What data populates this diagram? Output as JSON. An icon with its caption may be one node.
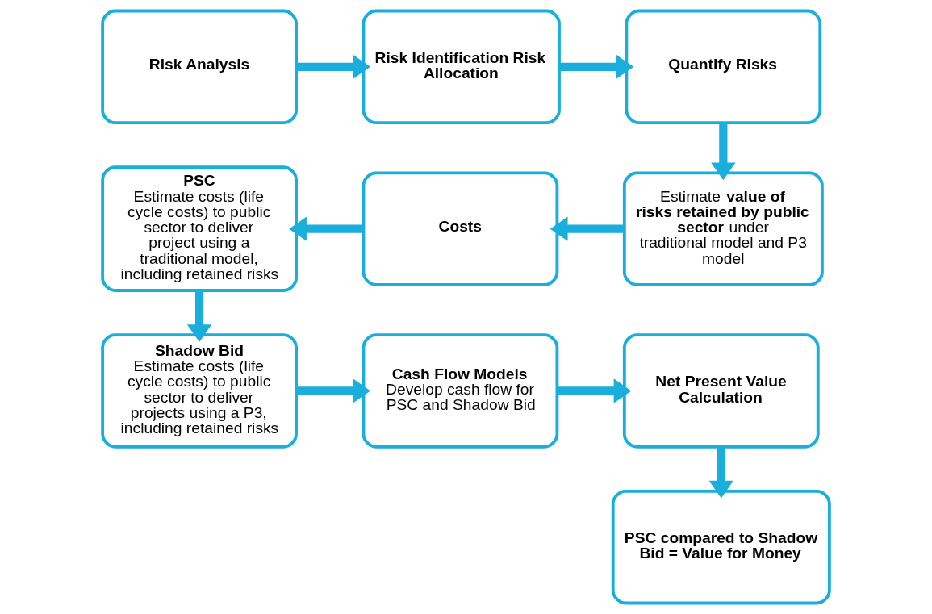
{
  "diagram": {
    "nodes": [
      {
        "text": [
          "Risk Analysis"
        ]
      },
      {
        "text": [
          "Risk Identification Risk Allocation"
        ]
      },
      {
        "text": [
          "Quantify Risks"
        ]
      },
      {
        "text": [
          "Estimate **value of risks retained by public sector** under traditional model and P3 model"
        ]
      },
      {
        "text": [
          "Costs"
        ]
      },
      {
        "text": [
          "PSC",
          "Estimate costs (life cycle costs) to public sector to deliver project using a traditional model, including retained risks"
        ]
      },
      {
        "text": [
          "Shadow Bid",
          "Estimate costs (life cycle costs) to public sector to deliver projects using a P3, including retained risks"
        ]
      },
      {
        "text": [
          "Cash Flow Models",
          "Develop cash flow for PSC and Shadow Bid"
        ]
      },
      {
        "text": [
          "Net Present Value Calculation"
        ]
      },
      {
        "text": [
          "PSC compared to Shadow Bid = Value for Money"
        ]
      }
    ],
    "edges": [
      {
        "from": 0,
        "to": 1,
        "arrow": "to"
      },
      {
        "from": 1,
        "to": 2,
        "arrow": "to"
      },
      {
        "from": 2,
        "to": 3,
        "arrow": "to"
      },
      {
        "from": 3,
        "to": 4,
        "arrow": "to"
      },
      {
        "from": 4,
        "to": 5,
        "arrow": "to"
      },
      {
        "from": 5,
        "to": 6,
        "arrow": "to"
      },
      {
        "from": 6,
        "to": 7,
        "arrow": "to"
      },
      {
        "from": 7,
        "to": 8,
        "arrow": "to"
      },
      {
        "from": 8,
        "to": 9,
        "arrow": "to"
      }
    ]
  }
}
